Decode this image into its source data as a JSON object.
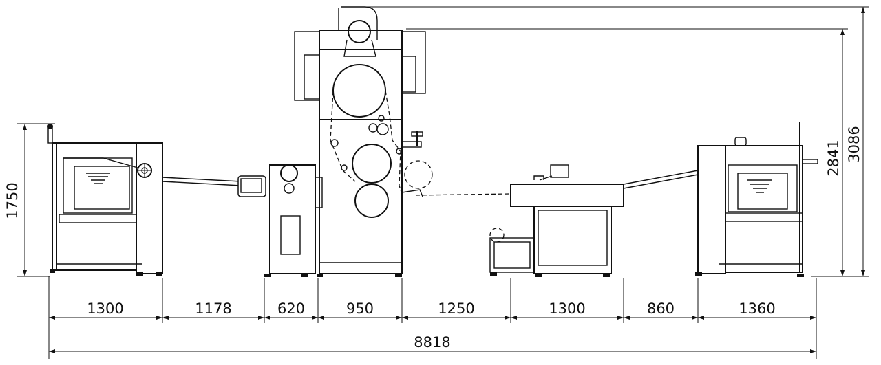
{
  "drawing": {
    "bottom_dimensions": [
      "1300",
      "1178",
      "620",
      "950",
      "1250",
      "1300",
      "860",
      "1360"
    ],
    "total_width": "8818",
    "left_height": "1750",
    "right_heights": [
      "2841",
      "3086"
    ]
  },
  "colors": {
    "line": "#111111",
    "background": "#ffffff"
  }
}
